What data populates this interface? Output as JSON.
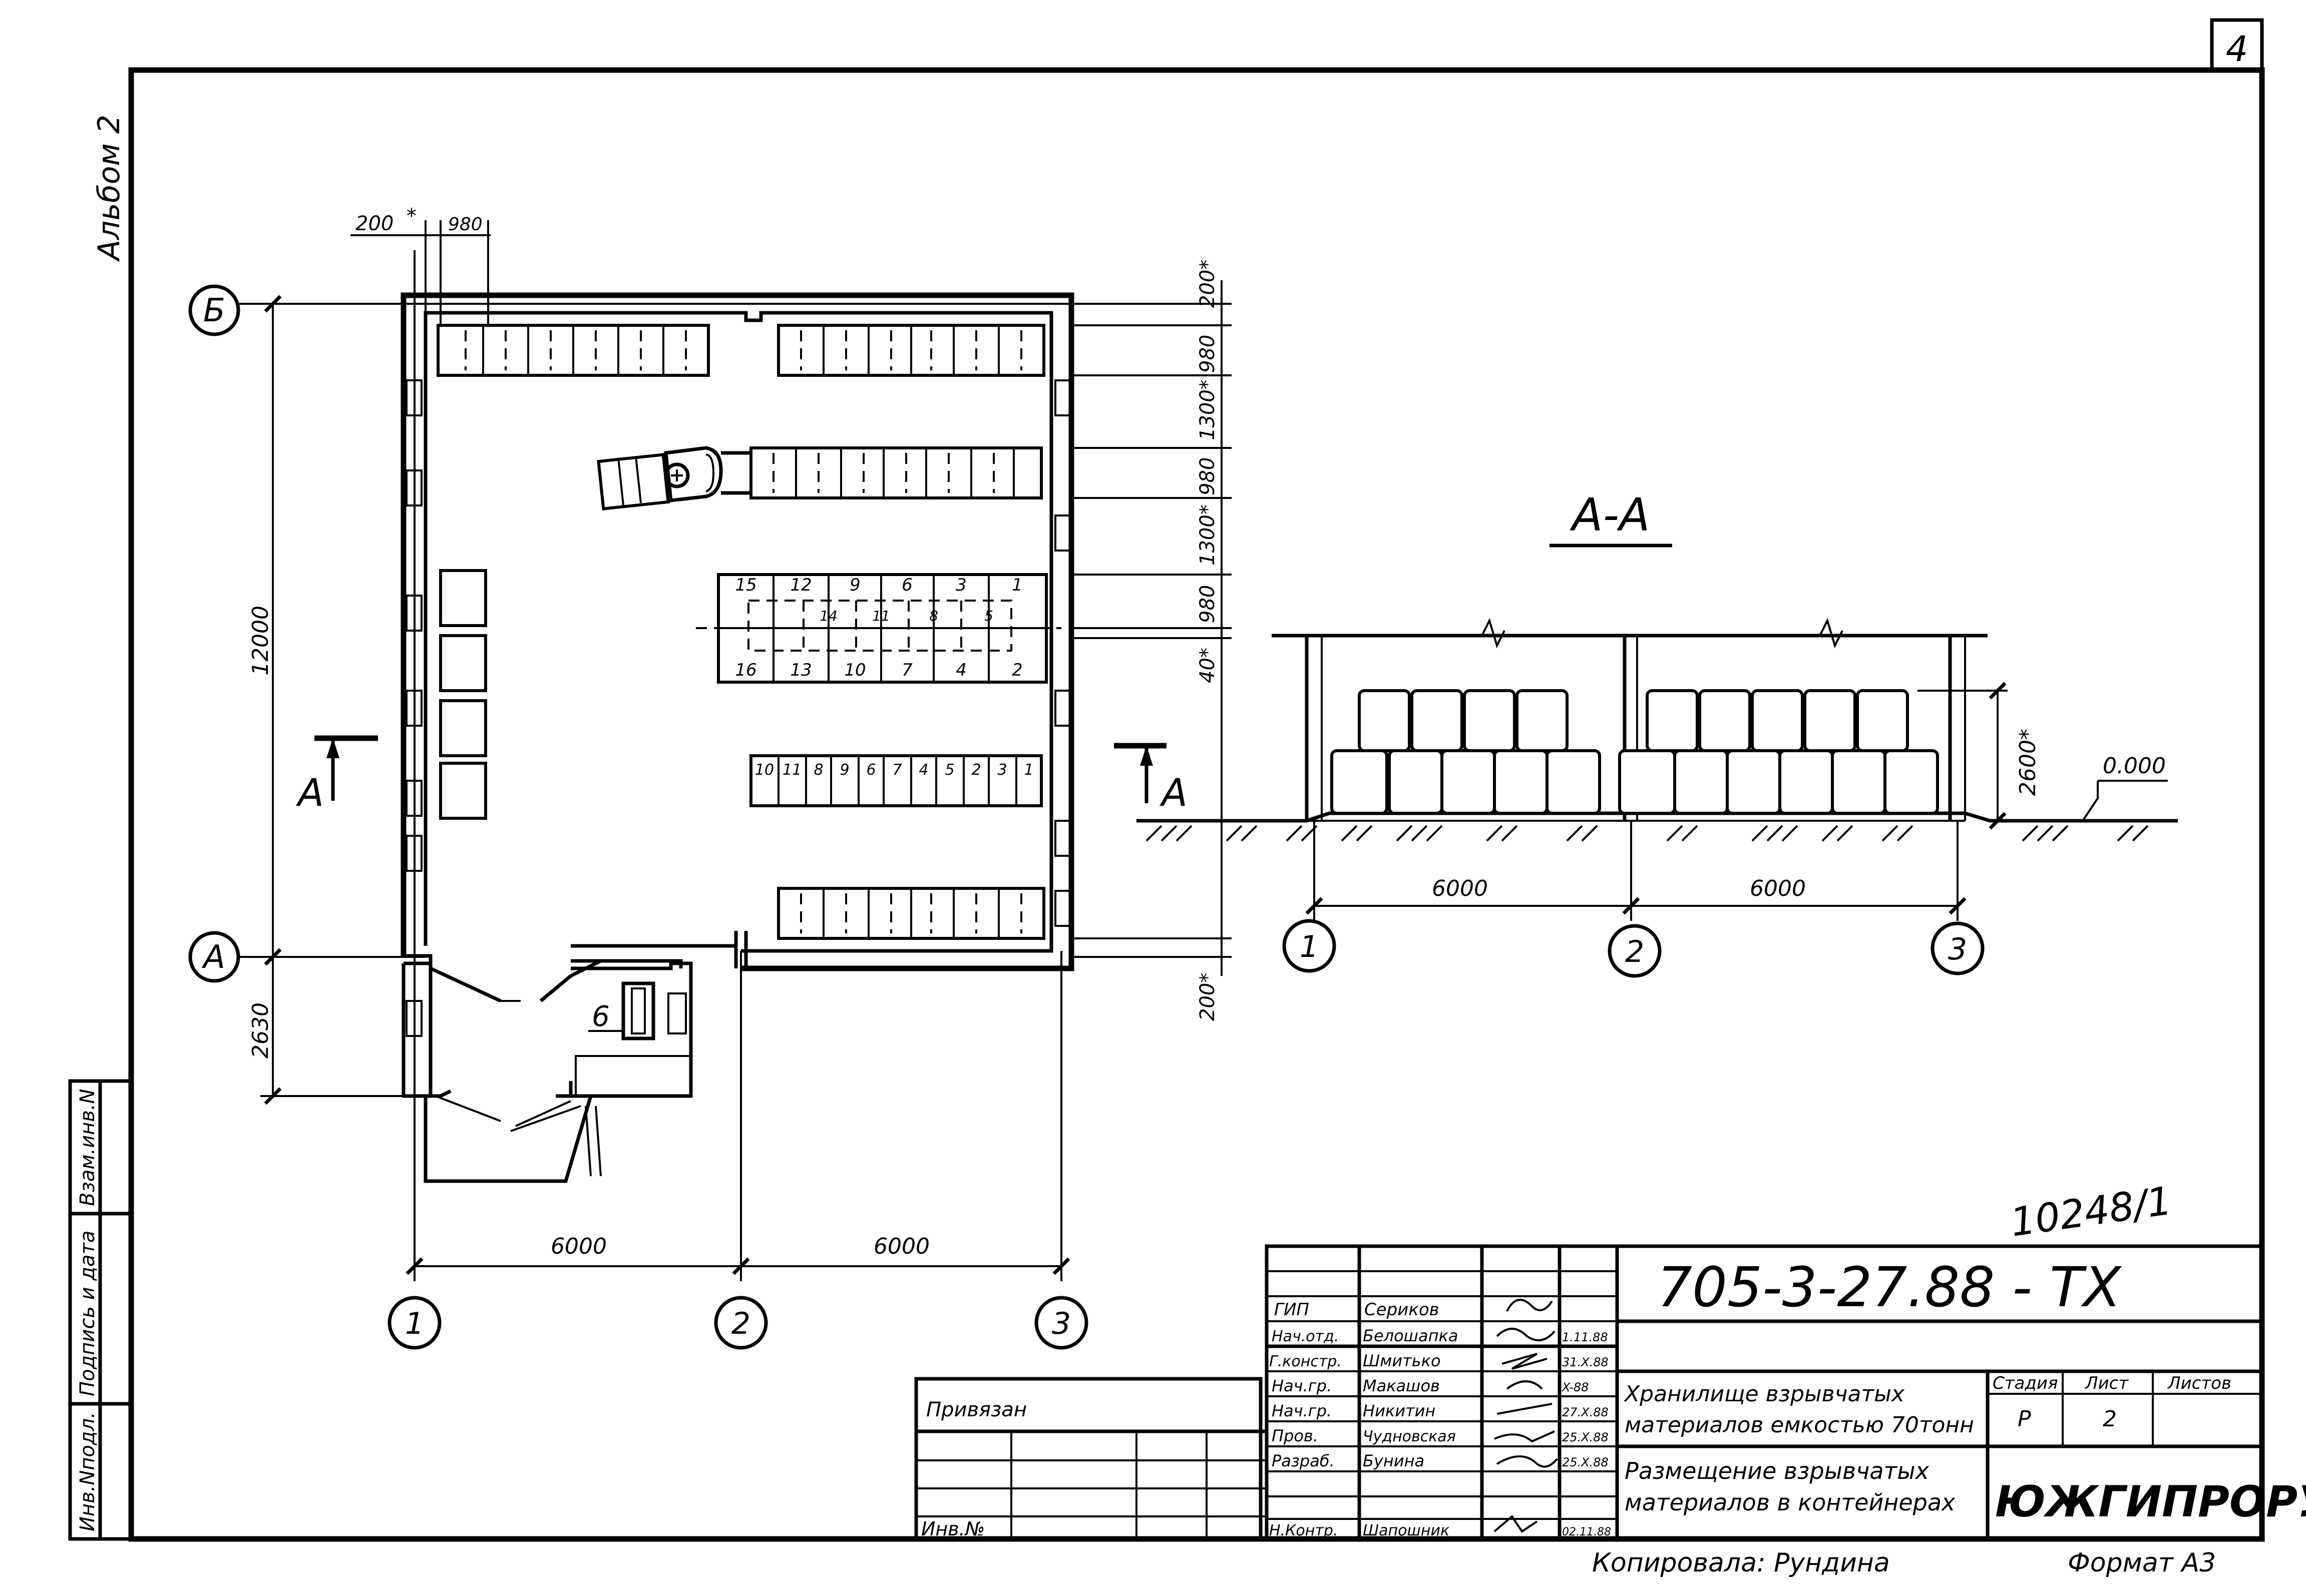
{
  "sheet": {
    "sheet_corner_number": "4",
    "album": "Альбом 2",
    "archive_number": "10248/1",
    "copied_by": "Копировала: Рундина",
    "format": "Формат А3"
  },
  "side_stamp": {
    "inv_podl": "Инв.Nподл.",
    "podpis_data": "Подпись и дата",
    "vzam_inv": "Взам.инв.N"
  },
  "plan": {
    "axis_rows": [
      "Б",
      "А"
    ],
    "axis_cols": [
      "1",
      "2",
      "3"
    ],
    "dim_12000": "12000",
    "dim_2630": "2630",
    "dim_6000_a": "6000",
    "dim_6000_b": "6000",
    "dim_top_200": "200",
    "dim_top_980": "980",
    "right_dims": [
      "200*",
      "980",
      "1300*",
      "980",
      "1300*",
      "980",
      "40*",
      "200*"
    ],
    "section_mark": "А",
    "item_6": "6",
    "top_numbers": [
      "15",
      "12",
      "9",
      "6",
      "3",
      "1"
    ],
    "top_inner_numbers": [
      "14",
      "11",
      "8",
      "5"
    ],
    "bottom_numbers": [
      "16",
      "13",
      "10",
      "7",
      "4",
      "2"
    ],
    "row_numbers": [
      "10",
      "11",
      "8",
      "9",
      "6",
      "7",
      "4",
      "5",
      "2",
      "3",
      "1"
    ]
  },
  "section": {
    "title": "А-А",
    "height_dim": "2600*",
    "level": "0.000",
    "dim_a": "6000",
    "dim_b": "6000",
    "axes": [
      "1",
      "2",
      "3"
    ]
  },
  "title_block": {
    "code": "705-3-27.88 - ТХ",
    "privyazan": "Привязан",
    "inv_no": "Инв.№",
    "roles": [
      {
        "role": "ГИП",
        "name": "Сериков",
        "date": ""
      },
      {
        "role": "Нач.отд.",
        "name": "Белошапка",
        "date": "1.11.88"
      },
      {
        "role": "Г.констр.",
        "name": "Шмитько",
        "date": "31.X.88"
      },
      {
        "role": "Нач.гр.",
        "name": "Макашов",
        "date": "X-88"
      },
      {
        "role": "Нач.гр.",
        "name": "Никитин",
        "date": "27.X.88"
      },
      {
        "role": "Пров.",
        "name": "Чудновская",
        "date": "25.X.88"
      },
      {
        "role": "Разраб.",
        "name": "Бунина",
        "date": "25.X.88"
      },
      {
        "role": "Н.Контр.",
        "name": "Шапошник",
        "date": "02.11.88"
      }
    ],
    "object_line1": "Хранилище взрывчатых",
    "object_line2": "материалов емкостью 70тонн",
    "sheet_line1": "Размещение взрывчатых",
    "sheet_line2": "материалов в контейнерах",
    "stage_label": "Стадия",
    "sheet_label": "Лист",
    "sheets_label": "Листов",
    "stage_value": "Р",
    "sheet_value": "2",
    "sheets_value": "",
    "organization": "ЮЖГИПРОРУДА"
  }
}
